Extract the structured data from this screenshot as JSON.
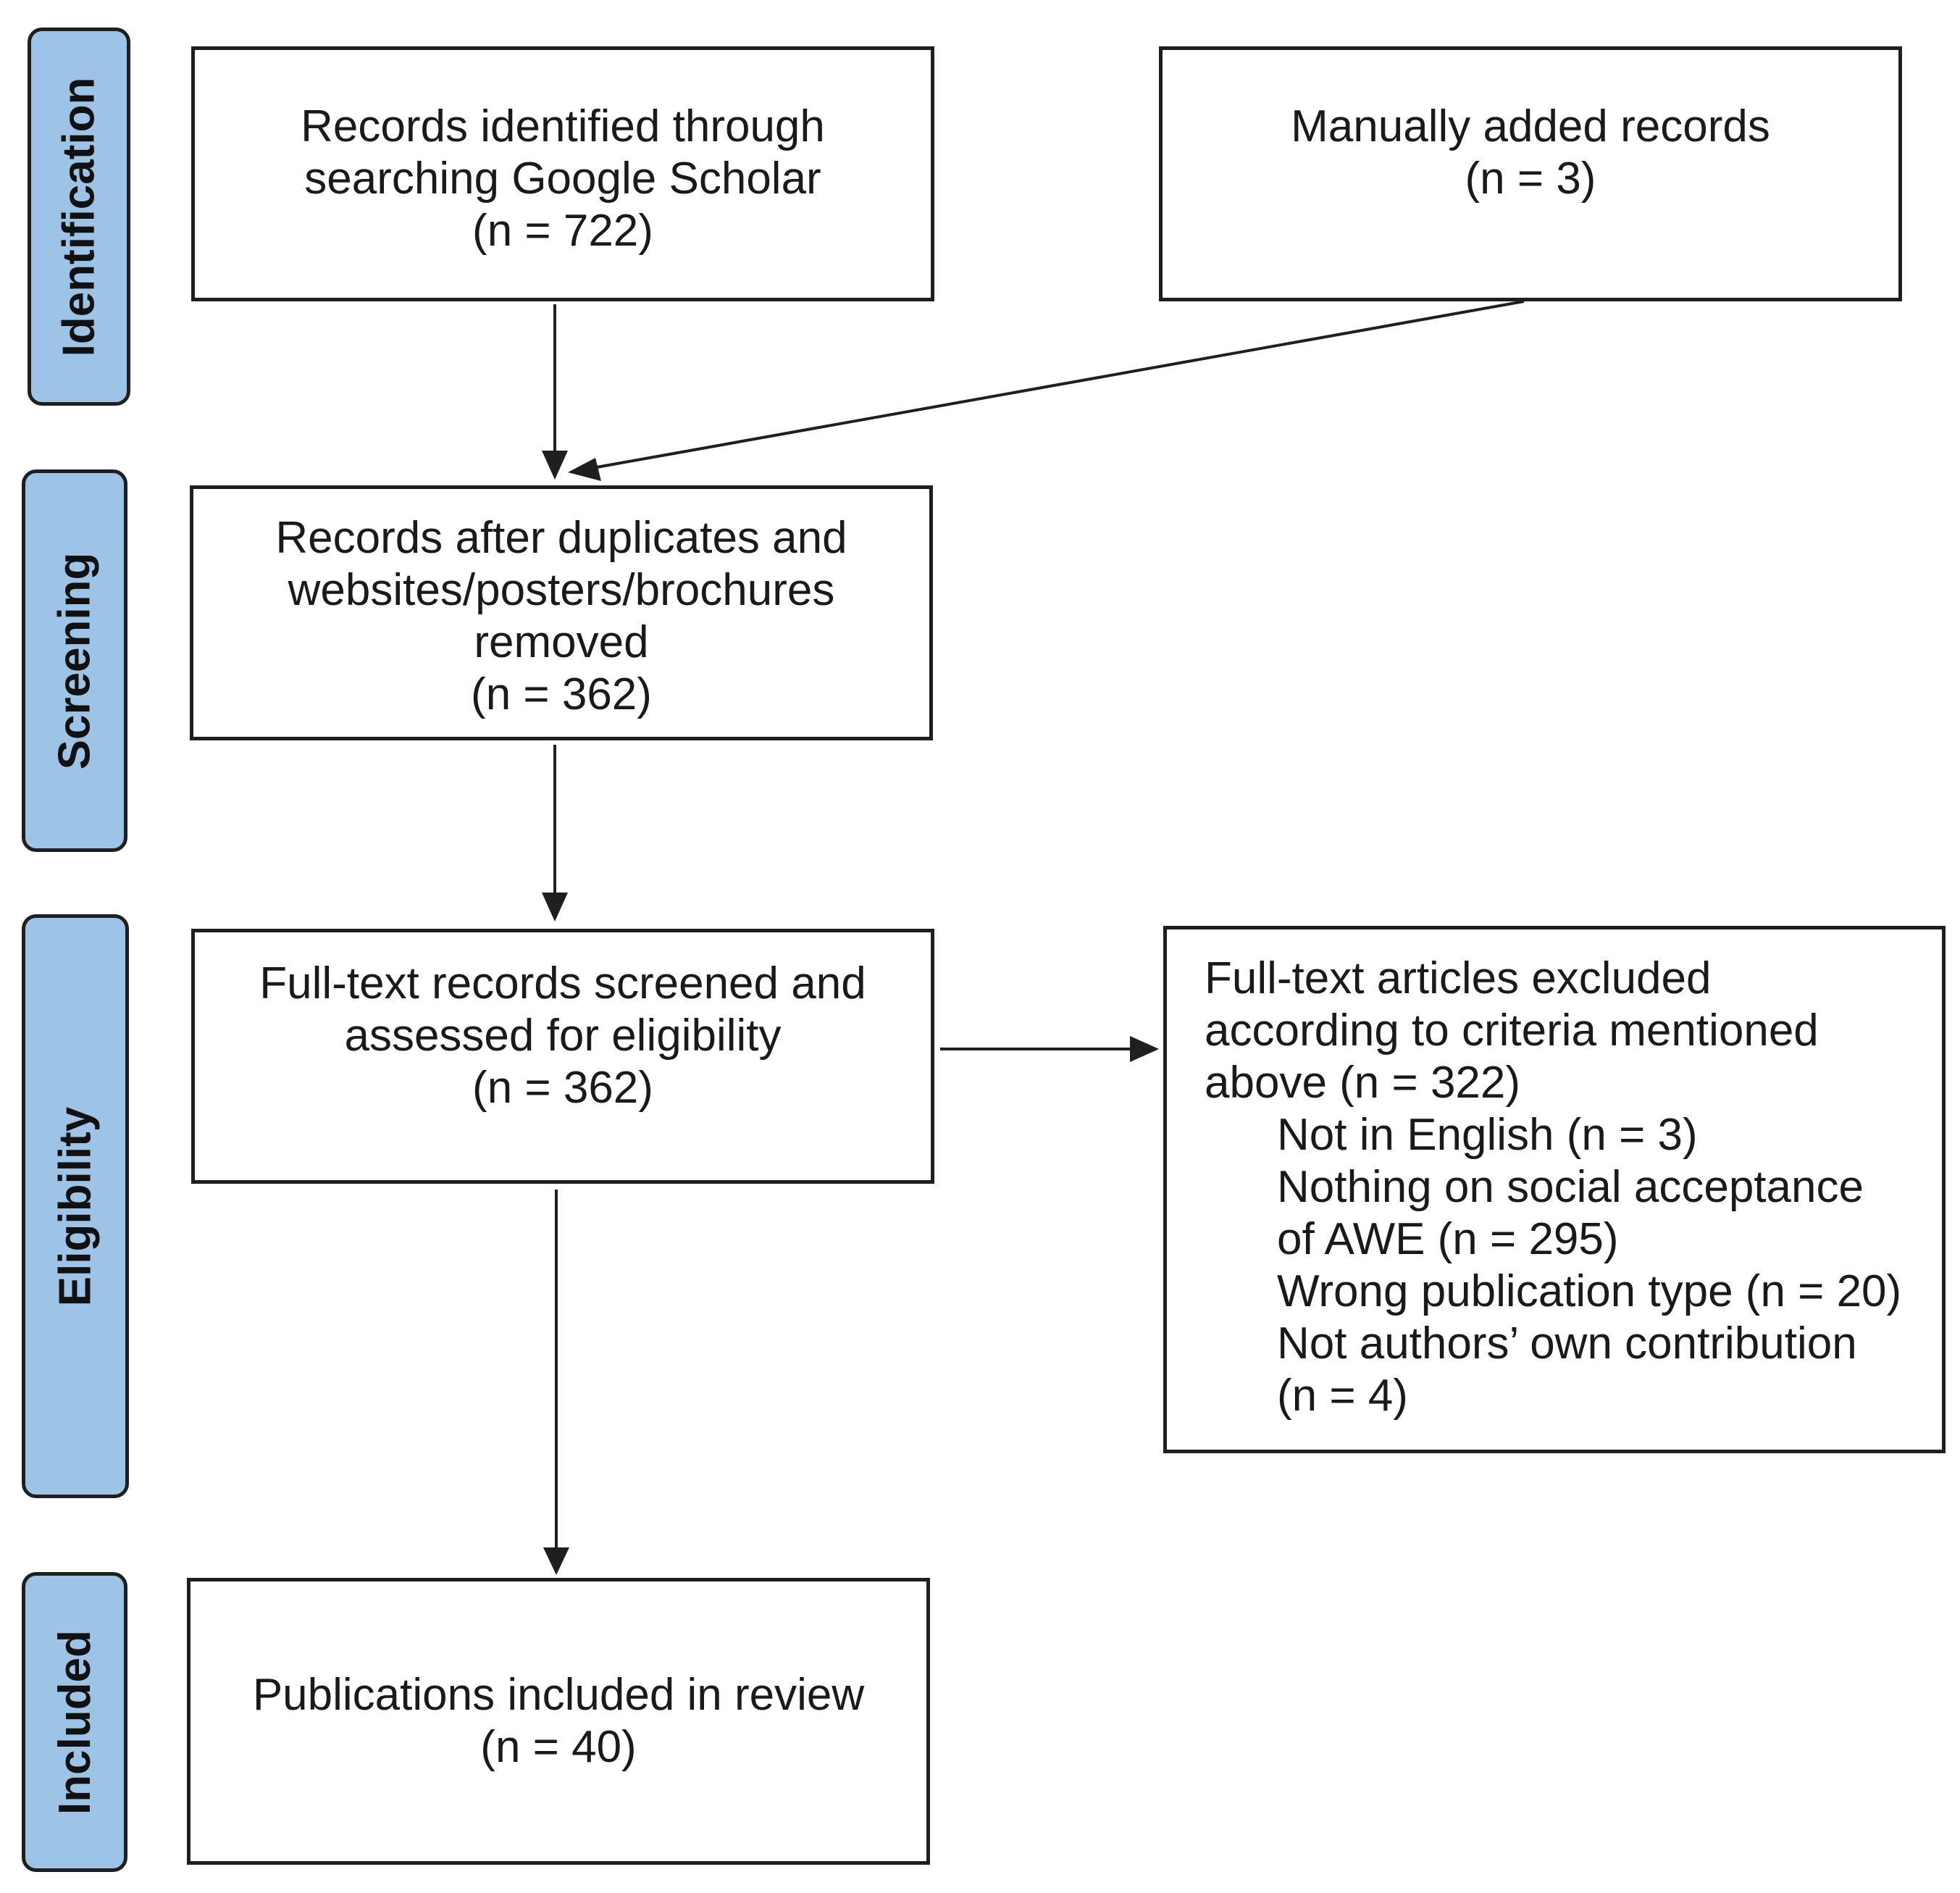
{
  "stages": {
    "identification": "Identification",
    "screening": "Screening",
    "eligibility": "Eligibility",
    "included": "Included"
  },
  "boxes": {
    "records_identified": {
      "lines": [
        "Records identified through",
        "searching Google Scholar",
        "(n = 722)"
      ]
    },
    "manually_added": {
      "lines": [
        "Manually added records",
        "(n = 3)"
      ]
    },
    "after_duplicates": {
      "lines": [
        "Records after duplicates and",
        "websites/posters/brochures",
        "removed",
        "(n = 362)"
      ]
    },
    "full_text_screened": {
      "lines": [
        "Full-text records screened and",
        "assessed for eligibility",
        "(n = 362)"
      ]
    },
    "excluded": {
      "lines": [
        "Full-text articles excluded",
        "according to criteria mentioned",
        "above (n = 322)"
      ],
      "reasons": [
        "Not in English (n = 3)",
        "Nothing on social acceptance",
        "of AWE (n = 295)",
        "Wrong publication type (n = 20)",
        "Not authors’ own contribution",
        "(n = 4)"
      ]
    },
    "included_in_review": {
      "lines": [
        "Publications included in review",
        "(n = 40)"
      ]
    }
  },
  "colors": {
    "stage_fill": "#9dc3e6",
    "border": "#1f1f1f"
  }
}
